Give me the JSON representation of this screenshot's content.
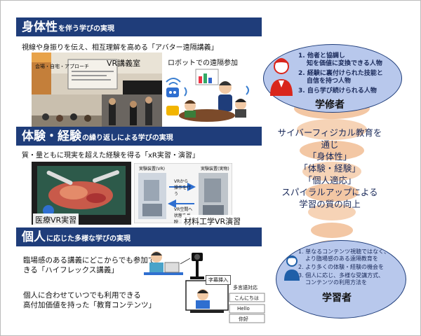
{
  "sections": [
    {
      "title_big": "身体性",
      "title_small": "を伴う学びの実現",
      "caption": "視線や身振りを伝え、相互理解を高める「アバター遠隔講義」",
      "labels": [
        "VR講義室",
        "ロボットでの遠隔参加"
      ],
      "board_text": [
        "会場・自宅・アプローチ"
      ]
    },
    {
      "title_big": "体験・経験",
      "title_small": "の繰り返しによる学びの実現",
      "caption": "質・量ともに現実を超えた経験を得る「xR実習・演習」",
      "labels": [
        "医療VR実習",
        "材料工学VR演習"
      ],
      "panel_text": [
        "実験装置(VR)",
        "実験装置(実物)",
        "VRから操作を行う",
        "VR空間へ状態を反映"
      ]
    },
    {
      "title_big": "個人",
      "title_small": "に応じた多様な学びの実現",
      "caption1": [
        "臨場感のある講義にどこからでも参加で",
        "きる「ハイフレックス講義」"
      ],
      "caption2": [
        "個人に合わせていつでも利用できる",
        "高付加価値を持った「教育コンテンツ」"
      ],
      "screen_text": [
        "字幕挿入",
        "多言語対応",
        "こんにちは",
        "Hello",
        "你好"
      ]
    }
  ],
  "learner_top": {
    "items": [
      "1. 他者と協調し",
      "知を価値に変換できる人物",
      "2. 経験に裏付けられた技能と",
      "自信を持つ人物",
      "3. 自ら学び続けられる人物"
    ],
    "role": "学修者",
    "color": "#d9261c"
  },
  "center": {
    "lines": [
      "サイバーフィジカル教育を",
      "通じ",
      "「身体性」",
      "「体験・経験」",
      "「個人適応」",
      "スパイラルアップによる",
      "学習の質の向上"
    ]
  },
  "learner_bottom": {
    "items": [
      "1. 単なるコンテンツ視聴ではなく、",
      "より臨場感のある遠隔教育を",
      "2. より多くの体験・経験の機会を",
      "3. 個人に応じ、多様な受講方式、",
      "コンテンツの利用方法を"
    ],
    "role": "学習者",
    "color": "#1f5fa8"
  },
  "colors": {
    "band": "#1f3d7a",
    "bubble": "#b8c8ec",
    "swirl": "#f6d3b6"
  }
}
